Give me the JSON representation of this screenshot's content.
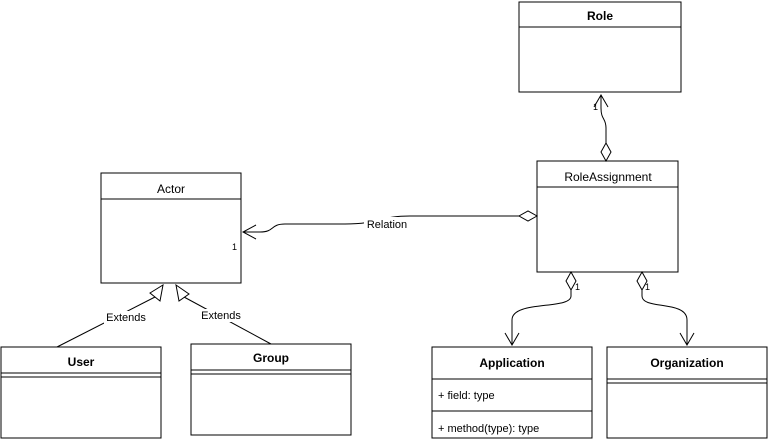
{
  "classes": {
    "role": {
      "name": "Role"
    },
    "actor": {
      "name": "Actor"
    },
    "role_assignment": {
      "name": "RoleAssignment"
    },
    "user": {
      "name": "User"
    },
    "group": {
      "name": "Group"
    },
    "application": {
      "name": "Application",
      "field": "+ field: type",
      "method": "+ method(type): type"
    },
    "organization": {
      "name": "Organization"
    }
  },
  "edges": {
    "relation": {
      "label": "Relation",
      "multiplicity": "1"
    },
    "role_link": {
      "multiplicity": "1"
    },
    "application_link": {
      "multiplicity": "1"
    },
    "organization_link": {
      "multiplicity": "1"
    },
    "user_extends": {
      "label": "Extends"
    },
    "group_extends": {
      "label": "Extends"
    }
  }
}
